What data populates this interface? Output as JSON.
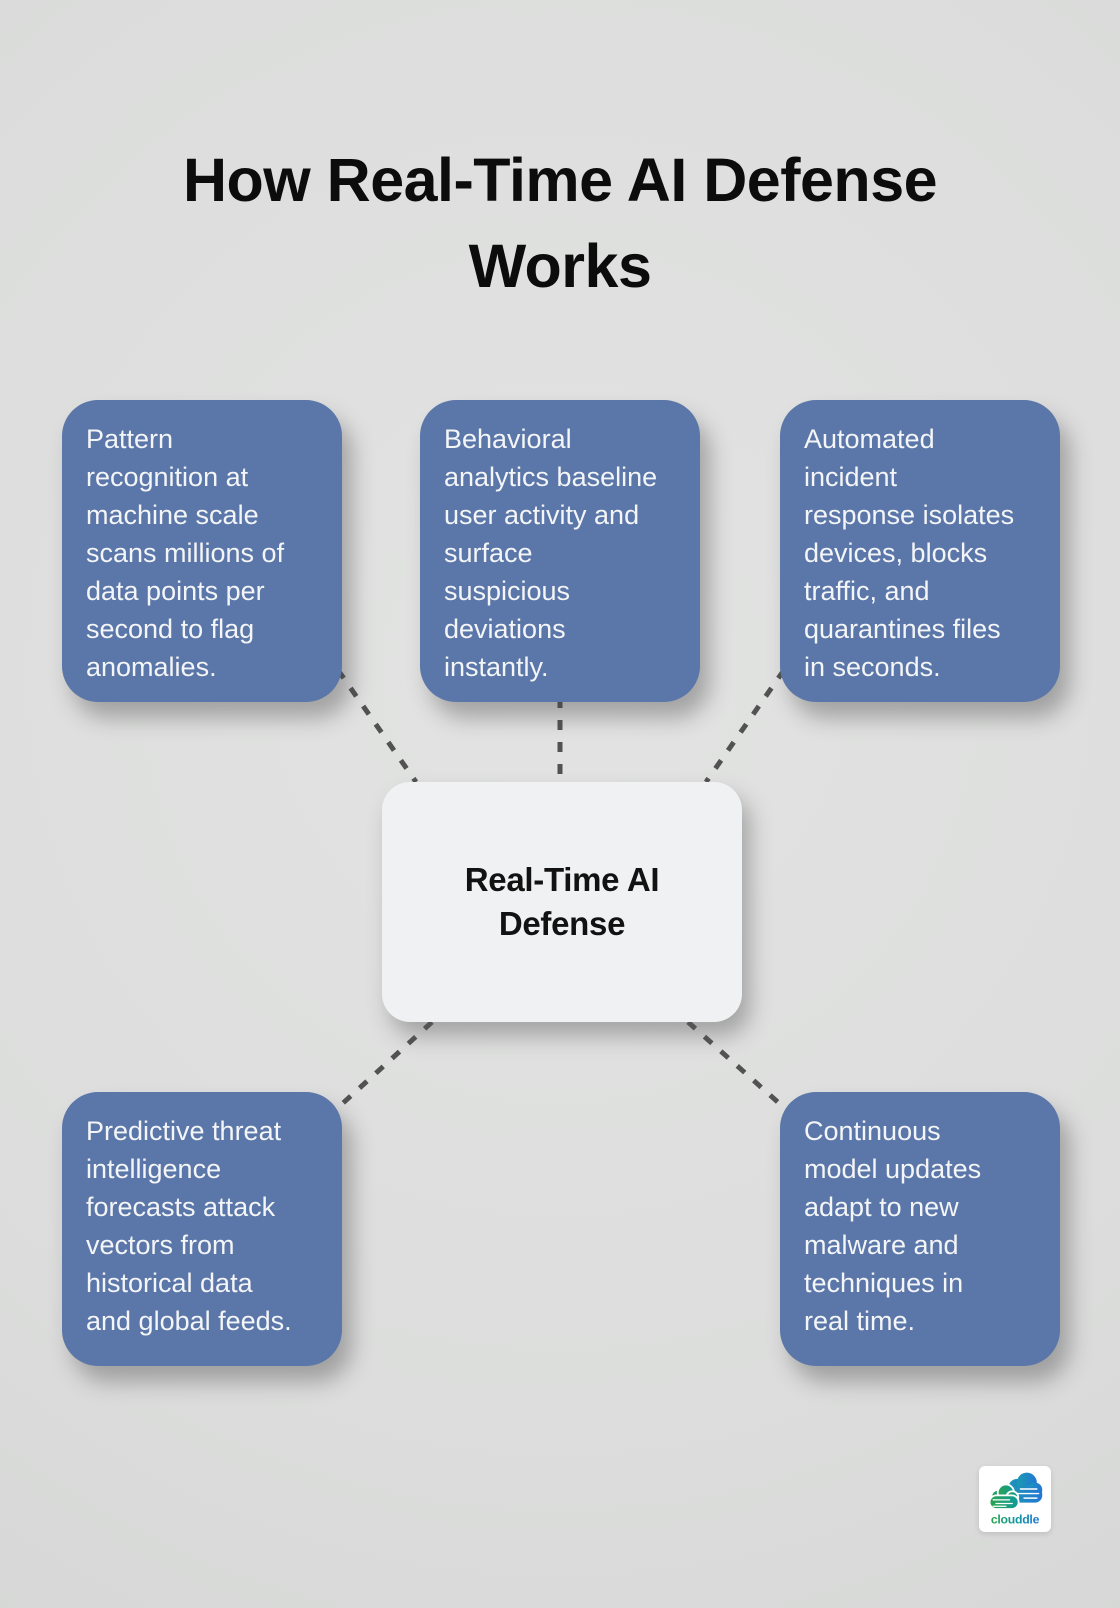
{
  "title": "How Real-Time AI Defense\nWorks",
  "center": {
    "label": "Real-Time AI\nDefense"
  },
  "nodes": [
    {
      "id": "pattern-recognition",
      "text": "Pattern\nrecognition at\nmachine scale\nscans millions of\ndata points per\nsecond to flag\nanomalies."
    },
    {
      "id": "behavioral-analytics",
      "text": "Behavioral\nanalytics baseline\nuser activity and\nsurface\nsuspicious\ndeviations\ninstantly."
    },
    {
      "id": "automated-incident-response",
      "text": "Automated\nincident\nresponse isolates\ndevices, blocks\ntraffic, and\nquarantines files\nin seconds."
    },
    {
      "id": "predictive-threat-intelligence",
      "text": "Predictive threat\nintelligence\nforecasts attack\nvectors from\nhistorical data\nand global feeds."
    },
    {
      "id": "continuous-model-updates",
      "text": "Continuous\nmodel updates\nadapt to new\nmalware and\ntechniques in\nreal time."
    }
  ],
  "logo": {
    "wordmark": "clouddle"
  },
  "colors": {
    "background": "#dcddDC",
    "title": "#0c0c0c",
    "card": "#5b76a8",
    "card_text": "#f3f5f7",
    "center_bg": "#f0f1f2",
    "center_text": "#121212",
    "connector": "#525252",
    "logo_green": "#2aa34d",
    "logo_teal": "#0f9a9e",
    "logo_blue": "#2277d6"
  }
}
